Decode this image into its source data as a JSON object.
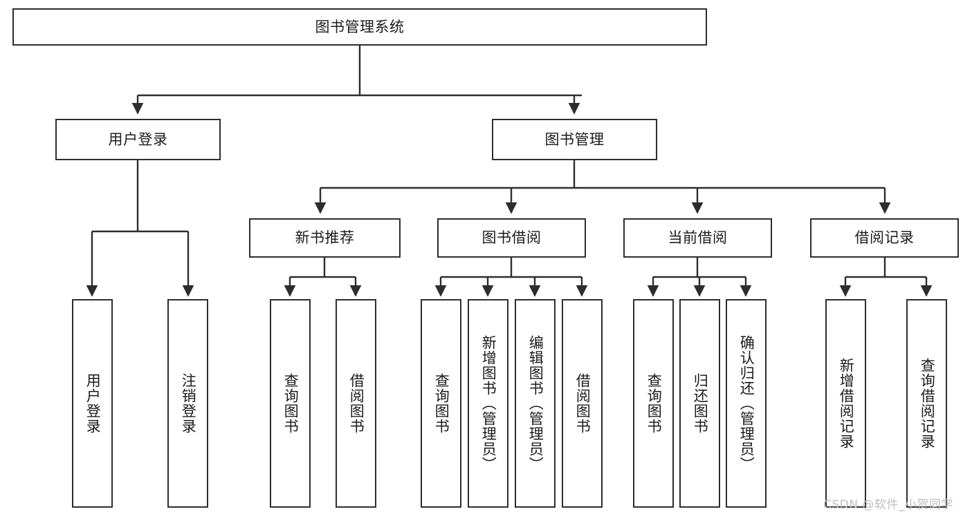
{
  "diagram": {
    "title": "图书管理系统",
    "type": "tree-hierarchy-diagram",
    "root": {
      "label": "图书管理系统"
    },
    "level2": [
      {
        "label": "用户登录"
      },
      {
        "label": "图书管理"
      }
    ],
    "level3": [
      {
        "label": "新书推荐"
      },
      {
        "label": "图书借阅"
      },
      {
        "label": "当前借阅"
      },
      {
        "label": "借阅记录"
      }
    ],
    "leaves": {
      "user_login": [
        {
          "label": "用户登录"
        },
        {
          "label": "注销登录"
        }
      ],
      "new_book_recommend": [
        {
          "label": "查询图书"
        },
        {
          "label": "借阅图书"
        }
      ],
      "book_borrow": [
        {
          "label": "查询图书"
        },
        {
          "label": "新增图书（管理员）"
        },
        {
          "label": "编辑图书（管理员）"
        },
        {
          "label": "借阅图书"
        }
      ],
      "current_borrow": [
        {
          "label": "查询图书"
        },
        {
          "label": "归还图书"
        },
        {
          "label": "确认归还（管理员）"
        }
      ],
      "borrow_record": [
        {
          "label": "新增借阅记录"
        },
        {
          "label": "查询借阅记录"
        }
      ]
    }
  },
  "watermark": {
    "text": "CSDN @软件_小贺同学"
  },
  "colors": {
    "border": "#2d2d2d",
    "background": "#ffffff",
    "text": "#1b1b1b",
    "watermark": "#bfbfbf"
  }
}
